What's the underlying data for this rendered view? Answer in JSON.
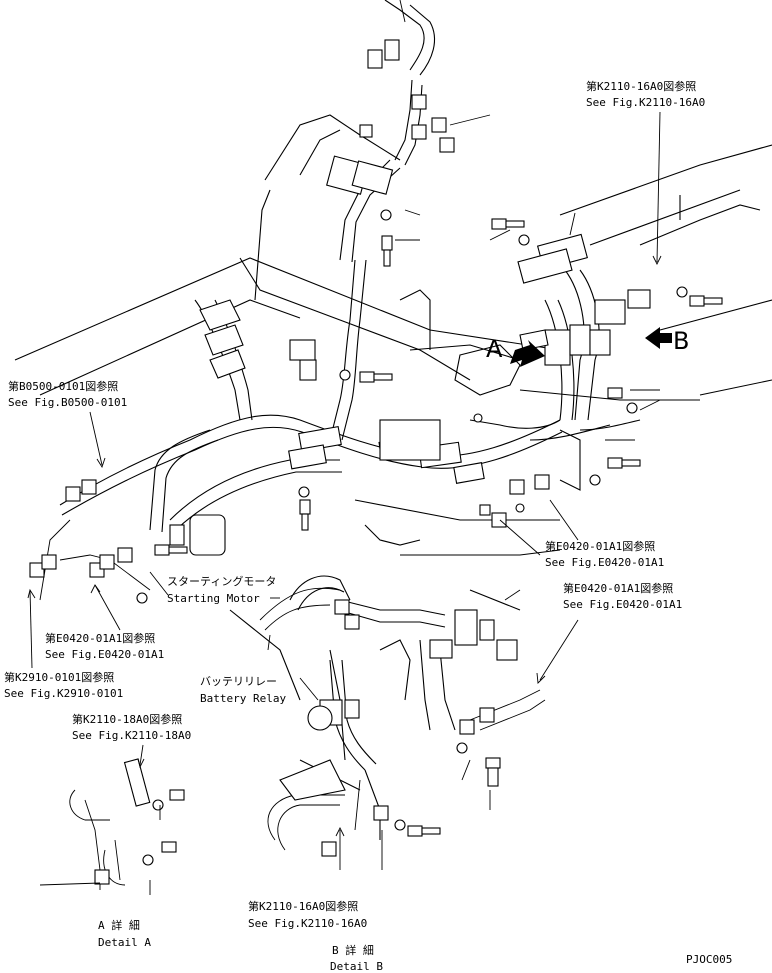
{
  "references": [
    {
      "jp": "第K2110-16A0図参照",
      "en": "See Fig.K2110-16A0"
    },
    {
      "jp": "第B0500-0101図参照",
      "en": "See Fig.B0500-0101"
    },
    {
      "jp": "第E0420-01A1図参照",
      "en": "See Fig.E0420-01A1"
    },
    {
      "jp": "第E0420-01A1図参照",
      "en": "See Fig.E0420-01A1"
    },
    {
      "jp": "第E0420-01A1図参照",
      "en": "See Fig.E0420-01A1"
    },
    {
      "jp": "第K2910-0101図参照",
      "en": "See Fig.K2910-0101"
    },
    {
      "jp": "第K2110-18A0図参照",
      "en": "See Fig.K2110-18A0"
    },
    {
      "jp": "第K2110-16A0図参照",
      "en": "See Fig.K2110-16A0"
    }
  ],
  "components": {
    "starting_motor": {
      "jp": "スターティングモータ",
      "en": "Starting Motor"
    },
    "battery_relay": {
      "jp": "バッテリリレー",
      "en": "Battery Relay"
    }
  },
  "callouts": {
    "a": "A",
    "b": "B"
  },
  "details": {
    "a": {
      "jp": "A 詳 細",
      "en": "Detail A"
    },
    "b": {
      "jp": "B 詳 細",
      "en": "Detail B"
    }
  },
  "drawing_code": "PJOC005"
}
